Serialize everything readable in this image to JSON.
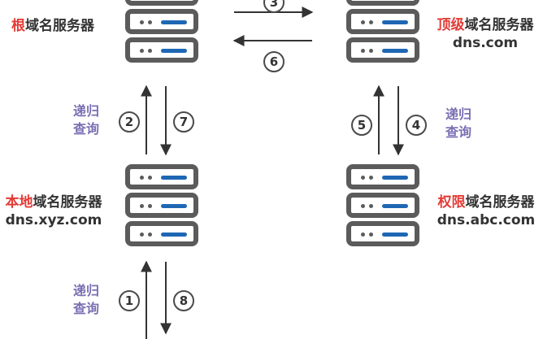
{
  "nodes": {
    "root": {
      "highlight": "根",
      "rest": "域名服务器",
      "domain": ""
    },
    "tld": {
      "highlight": "顶级",
      "rest": "域名服务器",
      "domain": "dns.com"
    },
    "local": {
      "highlight": "本地",
      "rest": "域名服务器",
      "domain": "dns.xyz.com"
    },
    "authoritative": {
      "highlight": "权限",
      "rest": "域名服务器",
      "domain": "dns.abc.com"
    }
  },
  "steps": {
    "s1": "1",
    "s2": "2",
    "s3": "3",
    "s4": "4",
    "s5": "5",
    "s6": "6",
    "s7": "7",
    "s8": "8"
  },
  "recursion_label": {
    "line1": "递归",
    "line2": "查询"
  },
  "colors": {
    "highlight": "#e33b35",
    "recursion": "#7a6fb3",
    "server_frame": "#5b5b5b",
    "server_led": "#1e67b5",
    "arrow": "#333333"
  }
}
